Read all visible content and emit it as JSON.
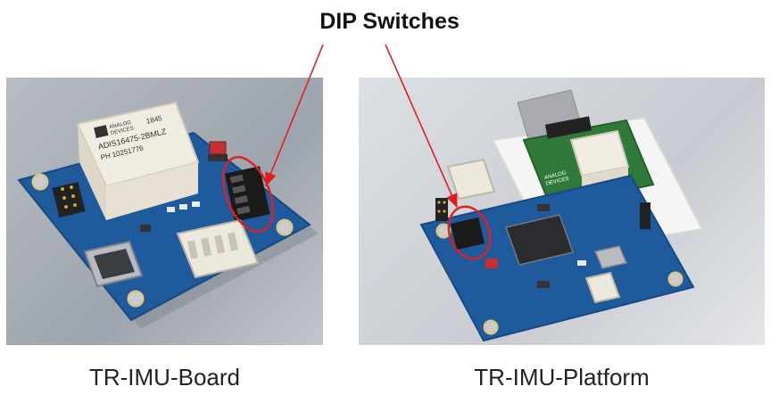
{
  "annotation": {
    "title": "DIP Switches",
    "color": "#e02020"
  },
  "photos": [
    {
      "caption": "TR-IMU-Board",
      "chip_label": {
        "brand_line1": "ANALOG",
        "brand_line2": "DEVICES",
        "code": "1845",
        "part": "ADIS16475-2BMLZ",
        "ph": "PH 10251776"
      }
    },
    {
      "caption": "TR-IMU-Platform",
      "chip_label": {
        "brand_line1": "ANALOG",
        "brand_line2": "DEVICES"
      }
    }
  ],
  "colors": {
    "pcb_blue": "#1f5a9c",
    "pcb_green": "#2f7a3a",
    "connector_white": "#ece8dc"
  }
}
